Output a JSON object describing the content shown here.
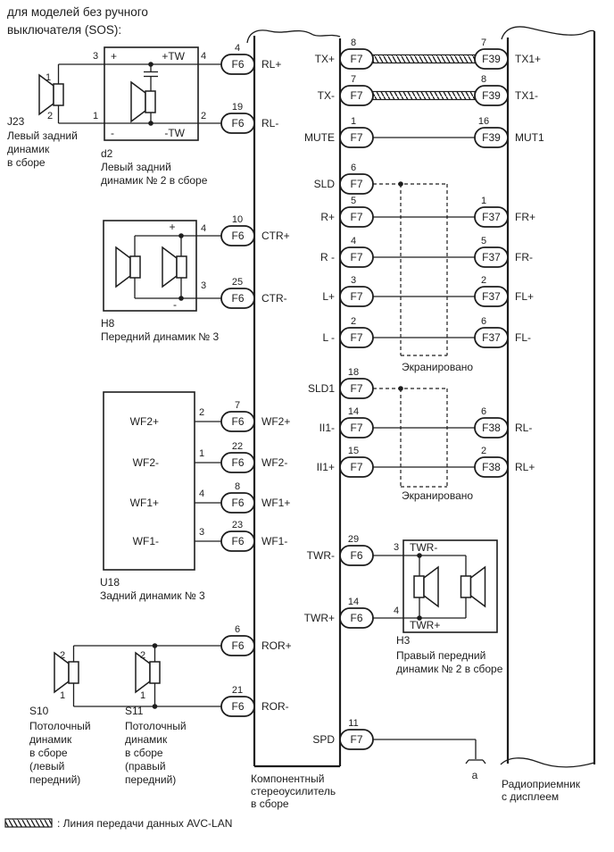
{
  "title": {
    "line1": "для моделей без ручного",
    "line2": "выключателя (SOS):"
  },
  "legend": {
    "text": ": Линия передачи данных AVC-LAN"
  },
  "shield_label": "Экранировано",
  "ground_label": "a",
  "amplifier": {
    "label_lines": [
      "Компонентный",
      "стереоусилитель",
      "в сборе"
    ]
  },
  "radio": {
    "label_lines": [
      "Радиоприемник",
      "с дисплеем"
    ]
  },
  "amp_left_ports": [
    {
      "label": "RL+",
      "conn": "F6",
      "pin": "4"
    },
    {
      "label": "RL-",
      "conn": "F6",
      "pin": "19"
    },
    {
      "label": "CTR+",
      "conn": "F6",
      "pin": "10"
    },
    {
      "label": "CTR-",
      "conn": "F6",
      "pin": "25"
    },
    {
      "label": "WF2+",
      "conn": "F6",
      "pin": "7"
    },
    {
      "label": "WF2-",
      "conn": "F6",
      "pin": "22"
    },
    {
      "label": "WF1+",
      "conn": "F6",
      "pin": "8"
    },
    {
      "label": "WF1-",
      "conn": "F6",
      "pin": "23"
    },
    {
      "label": "ROR+",
      "conn": "F6",
      "pin": "6"
    },
    {
      "label": "ROR-",
      "conn": "F6",
      "pin": "21"
    }
  ],
  "amp_right_ports": [
    {
      "label": "TX+",
      "conn": "F7",
      "pin": "8"
    },
    {
      "label": "TX-",
      "conn": "F7",
      "pin": "7"
    },
    {
      "label": "MUTE",
      "conn": "F7",
      "pin": "1"
    },
    {
      "label": "SLD",
      "conn": "F7",
      "pin": "6"
    },
    {
      "label": "R+",
      "conn": "F7",
      "pin": "5"
    },
    {
      "label": "R -",
      "conn": "F7",
      "pin": "4"
    },
    {
      "label": "L+",
      "conn": "F7",
      "pin": "3"
    },
    {
      "label": "L -",
      "conn": "F7",
      "pin": "2"
    },
    {
      "label": "SLD1",
      "conn": "F7",
      "pin": "18"
    },
    {
      "label": "II1-",
      "conn": "F7",
      "pin": "14"
    },
    {
      "label": "II1+",
      "conn": "F7",
      "pin": "15"
    },
    {
      "label": "TWR-",
      "conn": "F6",
      "pin": "29"
    },
    {
      "label": "TWR+",
      "conn": "F6",
      "pin": "14"
    },
    {
      "label": "SPD",
      "conn": "F7",
      "pin": "11"
    }
  ],
  "radio_ports": [
    {
      "label": "TX1+",
      "conn": "F39",
      "pin": "7"
    },
    {
      "label": "TX1-",
      "conn": "F39",
      "pin": "8"
    },
    {
      "label": "MUT1",
      "conn": "F39",
      "pin": "16"
    },
    {
      "label": "FR+",
      "conn": "F37",
      "pin": "1"
    },
    {
      "label": "FR-",
      "conn": "F37",
      "pin": "5"
    },
    {
      "label": "FL+",
      "conn": "F37",
      "pin": "2"
    },
    {
      "label": "FL-",
      "conn": "F37",
      "pin": "6"
    },
    {
      "label": "RL-",
      "conn": "F38",
      "pin": "6"
    },
    {
      "label": "RL+",
      "conn": "F38",
      "pin": "2"
    }
  ],
  "components": {
    "j23": {
      "id": "J23",
      "desc_lines": [
        "Левый задний",
        "динамик",
        "в сборе"
      ],
      "pin_top": "1",
      "pin_bottom": "2"
    },
    "d2": {
      "id": "d2",
      "desc_lines": [
        "Левый задний",
        "динамик № 2 в сборе"
      ],
      "term_plus": "+",
      "term_plus_tw": "+TW",
      "term_minus": "-",
      "term_minus_tw": "-TW",
      "pin_in_top": "3",
      "pin_in_bottom": "1",
      "pin_out_top": "4",
      "pin_out_bottom": "2"
    },
    "h8": {
      "id": "H8",
      "desc_lines": [
        "Передний динамик № 3"
      ],
      "term_plus": "+",
      "term_minus": "-",
      "pin_top": "4",
      "pin_bottom": "3"
    },
    "u18": {
      "id": "U18",
      "desc_lines": [
        "Задний динамик № 3"
      ],
      "inner_labels": [
        "WF2+",
        "WF2-",
        "WF1+",
        "WF1-"
      ],
      "pins": [
        "2",
        "1",
        "4",
        "3"
      ]
    },
    "s10": {
      "id": "S10",
      "desc_lines": [
        "Потолочный",
        "динамик",
        "в сборе",
        "(левый",
        "передний)"
      ],
      "pin_top": "2",
      "pin_bottom": "1"
    },
    "s11": {
      "id": "S11",
      "desc_lines": [
        "Потолочный",
        "динамик",
        "в сборе",
        "(правый",
        "передний)"
      ],
      "pin_top": "2",
      "pin_bottom": "1"
    },
    "h3": {
      "id": "H3",
      "desc_lines": [
        "Правый передний",
        "динамик № 2 в сборе"
      ],
      "inner_top": "TWR-",
      "inner_bottom": "TWR+",
      "pin_top": "3",
      "pin_bottom": "4"
    }
  }
}
